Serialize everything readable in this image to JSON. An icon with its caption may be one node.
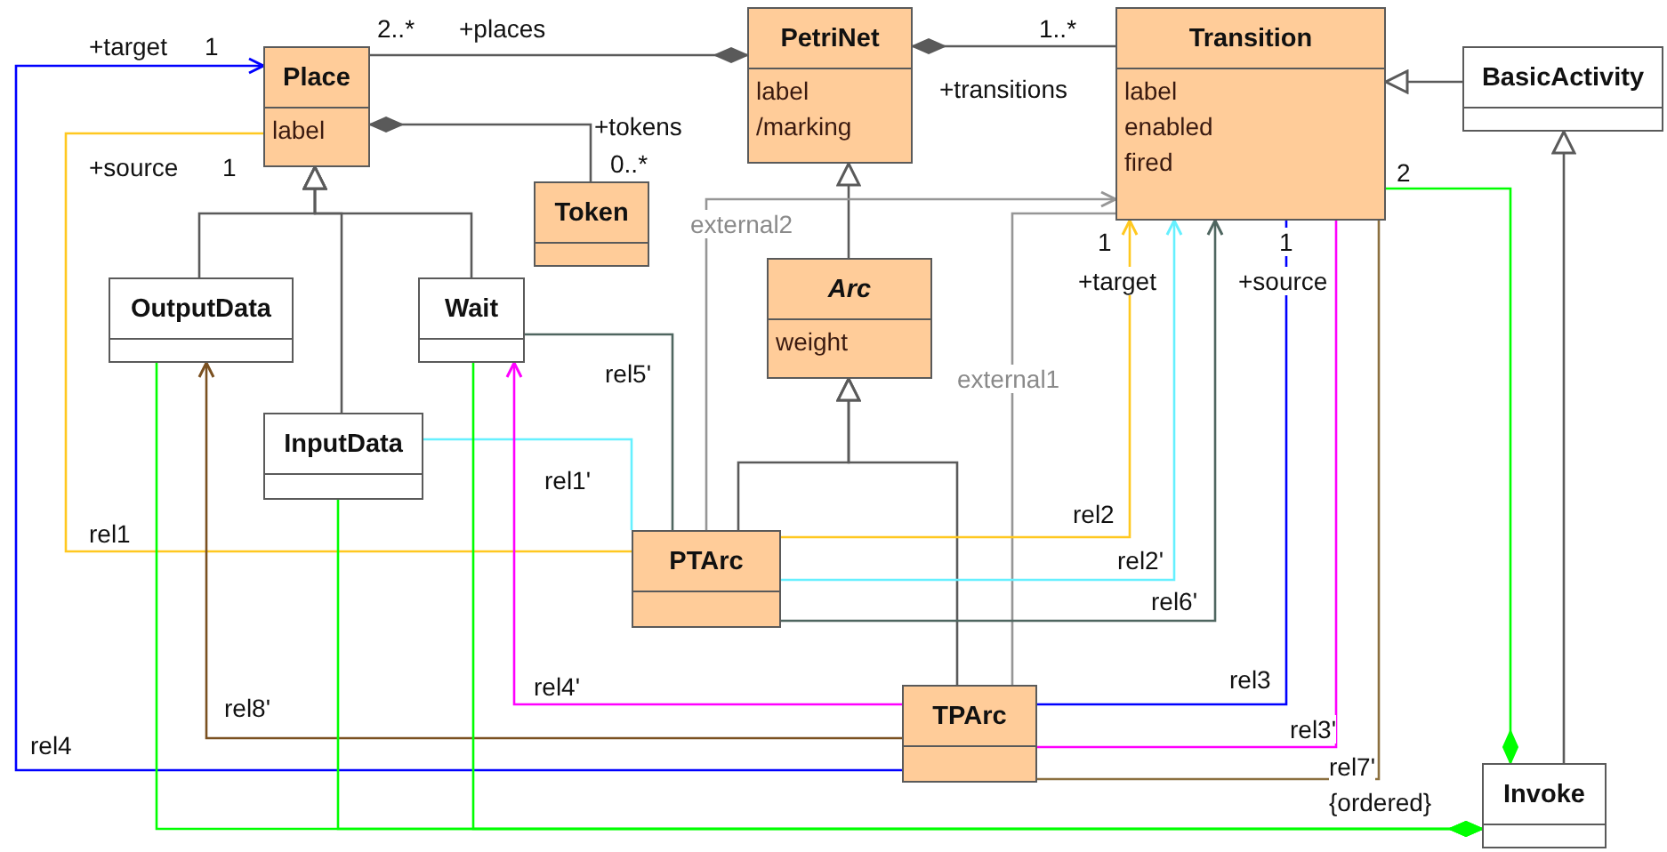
{
  "diagram": {
    "nodes": [
      {
        "text": [
          "Place",
          "label"
        ]
      },
      {
        "text": [
          "PetriNet",
          "label",
          "/marking"
        ]
      },
      {
        "text": [
          "Transition",
          "label",
          "enabled",
          "fired"
        ]
      },
      {
        "text": [
          "BasicActivity"
        ]
      },
      {
        "text": [
          "Token"
        ]
      },
      {
        "text": [
          "OutputData"
        ]
      },
      {
        "text": [
          "Wait"
        ]
      },
      {
        "text": [
          "Arc",
          "weight"
        ]
      },
      {
        "text": [
          "InputData"
        ]
      },
      {
        "text": [
          "PTArc"
        ]
      },
      {
        "text": [
          "TPArc"
        ]
      },
      {
        "text": [
          "Invoke"
        ]
      }
    ],
    "edges": [
      {
        "from": 0,
        "to": 1,
        "arrow": "other",
        "label": "+places"
      },
      {
        "from": 4,
        "to": 0,
        "arrow": "other",
        "label": "+tokens"
      },
      {
        "from": 2,
        "to": 1,
        "arrow": "other",
        "label": "+transitions"
      },
      {
        "from": 3,
        "to": 2,
        "arrow": "to"
      },
      {
        "from": 5,
        "to": 0,
        "arrow": "to"
      },
      {
        "from": 8,
        "to": 0,
        "arrow": "to"
      },
      {
        "from": 6,
        "to": 0,
        "arrow": "to"
      },
      {
        "from": 7,
        "to": 1,
        "arrow": "to"
      },
      {
        "from": 9,
        "to": 7,
        "arrow": "to"
      },
      {
        "from": 10,
        "to": 7,
        "arrow": "to"
      },
      {
        "from": 11,
        "to": 3,
        "arrow": "to"
      },
      {
        "from": 9,
        "to": 2,
        "arrow": "to",
        "label": "external2",
        "color": "#969696"
      },
      {
        "from": 10,
        "to": 2,
        "arrow": "none",
        "label": "external1",
        "color": "#969696"
      },
      {
        "from": 9,
        "to": 0,
        "arrow": "none",
        "label": "rel1",
        "color": "#ffc820"
      },
      {
        "from": 8,
        "to": 9,
        "arrow": "none",
        "label": "rel1'",
        "color": "#66f0ff"
      },
      {
        "from": 6,
        "to": 9,
        "arrow": "none",
        "label": "rel5'",
        "color": "#4f6660"
      },
      {
        "from": 9,
        "to": 2,
        "arrow": "to",
        "label": "rel2",
        "color": "#ffc820"
      },
      {
        "from": 9,
        "to": 2,
        "arrow": "to",
        "label": "rel2'",
        "color": "#66f0ff"
      },
      {
        "from": 9,
        "to": 2,
        "arrow": "to",
        "label": "rel6'",
        "color": "#4f6660"
      },
      {
        "from": 10,
        "to": 2,
        "arrow": "none",
        "label": "rel3",
        "color": "#0000ff"
      },
      {
        "from": 10,
        "to": 0,
        "arrow": "to",
        "label": "rel4",
        "color": "#0000ff"
      },
      {
        "from": 10,
        "to": 2,
        "arrow": "none",
        "label": "rel3'",
        "color": "#ff00ff"
      },
      {
        "from": 10,
        "to": 6,
        "arrow": "to",
        "label": "rel4'",
        "color": "#ff00ff"
      },
      {
        "from": 10,
        "to": 2,
        "arrow": "none",
        "label": "rel7'",
        "color": "#8c7040"
      },
      {
        "from": 10,
        "to": 5,
        "arrow": "to",
        "label": "rel8'",
        "color": "#7a5020"
      },
      {
        "from": 2,
        "to": 11,
        "arrow": "other",
        "color": "#00ff00"
      },
      {
        "from": 5,
        "to": 11,
        "arrow": "other",
        "color": "#00ff00"
      },
      {
        "from": 8,
        "to": 11,
        "arrow": "other",
        "color": "#00ff00"
      },
      {
        "from": 6,
        "to": 11,
        "arrow": "other",
        "label": "{ordered}",
        "color": "#00ff00"
      }
    ],
    "labels": [
      "+target",
      "1",
      "2..*",
      "1..*",
      "+source",
      "1",
      "0..*",
      "1",
      "+target",
      "1",
      "+source",
      "2"
    ]
  }
}
